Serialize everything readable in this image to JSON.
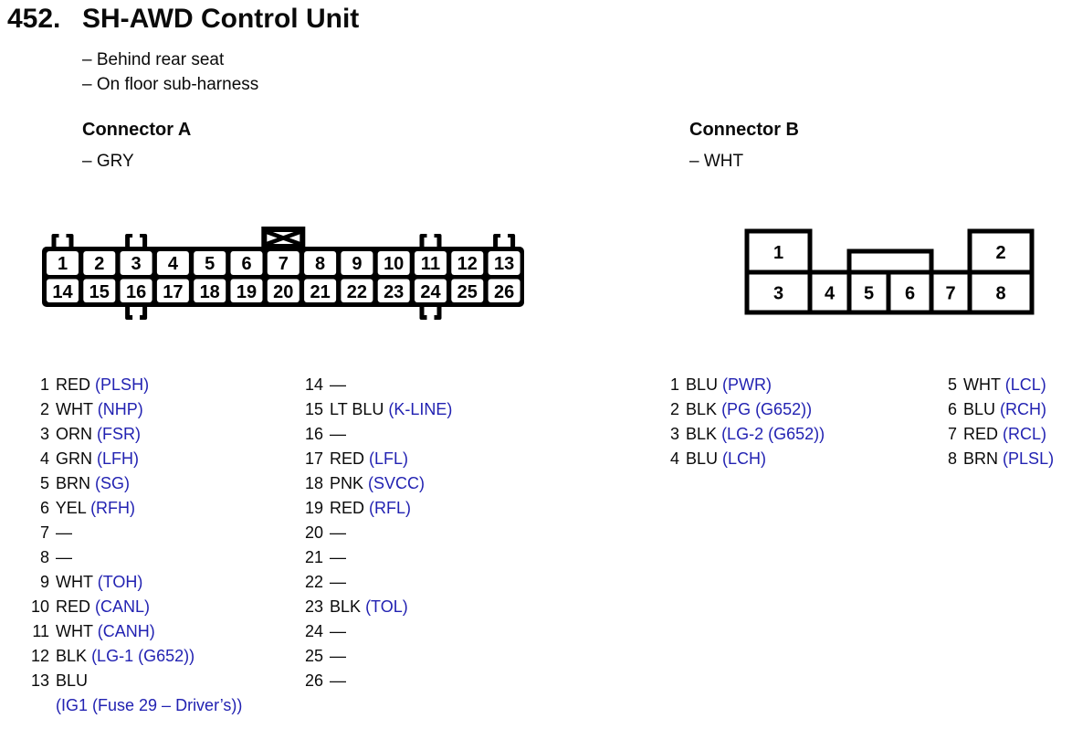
{
  "page": {
    "number": "452.",
    "title": "SH-AWD Control Unit",
    "notes": [
      "– Behind rear seat",
      "– On floor sub-harness"
    ]
  },
  "colors": {
    "signal_blue": "#2222b2",
    "line_black": "#000000",
    "background": "#ffffff"
  },
  "connector_a": {
    "label": "Connector A",
    "color_note": "– GRY",
    "pins": [
      {
        "num": "1",
        "wire": "RED",
        "signal": "(PLSH)"
      },
      {
        "num": "2",
        "wire": "WHT",
        "signal": "(NHP)"
      },
      {
        "num": "3",
        "wire": "ORN",
        "signal": "(FSR)"
      },
      {
        "num": "4",
        "wire": "GRN",
        "signal": "(LFH)"
      },
      {
        "num": "5",
        "wire": "BRN",
        "signal": "(SG)"
      },
      {
        "num": "6",
        "wire": "YEL",
        "signal": "(RFH)"
      },
      {
        "num": "7",
        "wire": "—",
        "signal": ""
      },
      {
        "num": "8",
        "wire": "—",
        "signal": ""
      },
      {
        "num": "9",
        "wire": "WHT",
        "signal": "(TOH)"
      },
      {
        "num": "10",
        "wire": "RED",
        "signal": "(CANL)"
      },
      {
        "num": "11",
        "wire": "WHT",
        "signal": "(CANH)"
      },
      {
        "num": "12",
        "wire": "BLK",
        "signal": "(LG-1 (G652))"
      },
      {
        "num": "13",
        "wire": "BLU",
        "signal": "(IG1 (Fuse 29 – Driver’s))"
      },
      {
        "num": "14",
        "wire": "—",
        "signal": ""
      },
      {
        "num": "15",
        "wire": "LT BLU",
        "signal": "(K-LINE)"
      },
      {
        "num": "16",
        "wire": "—",
        "signal": ""
      },
      {
        "num": "17",
        "wire": "RED",
        "signal": "(LFL)"
      },
      {
        "num": "18",
        "wire": "PNK",
        "signal": "(SVCC)"
      },
      {
        "num": "19",
        "wire": "RED",
        "signal": "(RFL)"
      },
      {
        "num": "20",
        "wire": "—",
        "signal": ""
      },
      {
        "num": "21",
        "wire": "—",
        "signal": ""
      },
      {
        "num": "22",
        "wire": "—",
        "signal": ""
      },
      {
        "num": "23",
        "wire": "BLK",
        "signal": "(TOL)"
      },
      {
        "num": "24",
        "wire": "—",
        "signal": ""
      },
      {
        "num": "25",
        "wire": "—",
        "signal": ""
      },
      {
        "num": "26",
        "wire": "—",
        "signal": ""
      }
    ]
  },
  "connector_b": {
    "label": "Connector B",
    "color_note": "– WHT",
    "pins": [
      {
        "num": "1",
        "wire": "BLU",
        "signal": "(PWR)"
      },
      {
        "num": "2",
        "wire": "BLK",
        "signal": "(PG (G652))"
      },
      {
        "num": "3",
        "wire": "BLK",
        "signal": "(LG-2 (G652))"
      },
      {
        "num": "4",
        "wire": "BLU",
        "signal": "(LCH)"
      },
      {
        "num": "5",
        "wire": "WHT",
        "signal": "(LCL)"
      },
      {
        "num": "6",
        "wire": "BLU",
        "signal": "(RCH)"
      },
      {
        "num": "7",
        "wire": "RED",
        "signal": "(RCL)"
      },
      {
        "num": "8",
        "wire": "BRN",
        "signal": "(PLSL)"
      }
    ]
  }
}
